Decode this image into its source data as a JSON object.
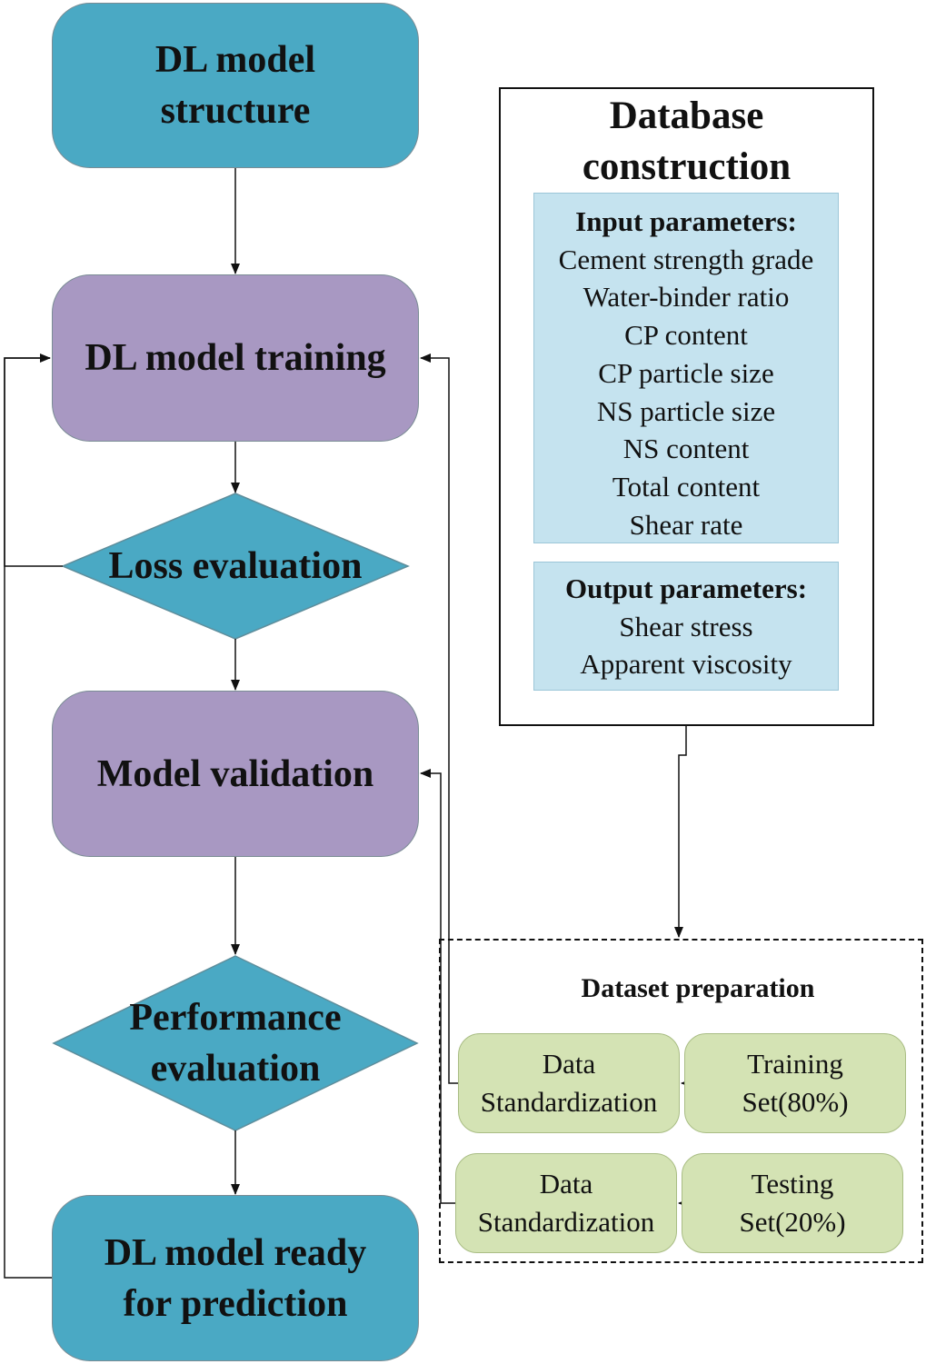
{
  "flow": {
    "structure": "DL model\nstructure",
    "training": "DL model training",
    "loss": "Loss evaluation",
    "validation": "Model validation",
    "performance": "Performance\nevaluation",
    "ready": "DL model ready\nfor prediction"
  },
  "database": {
    "title": "Database\nconstruction",
    "input_heading": "Input parameters:",
    "inputs": [
      "Cement strength grade",
      "Water-binder ratio",
      "CP content",
      "CP particle size",
      "NS particle size",
      "NS content",
      "Total content",
      "Shear rate"
    ],
    "output_heading": "Output parameters:",
    "outputs": [
      "Shear stress",
      "Apparent viscosity"
    ]
  },
  "dataset": {
    "title": "Dataset preparation",
    "train_standardization": "Data\nStandardization",
    "train_set": "Training\nSet(80%)",
    "test_standardization": "Data\nStandardization",
    "test_set": "Testing\nSet(20%)"
  },
  "colors": {
    "teal": "#4aa9c4",
    "purple": "#a898c2",
    "light_blue": "#c5e3ef",
    "green": "#d4e3b4"
  }
}
